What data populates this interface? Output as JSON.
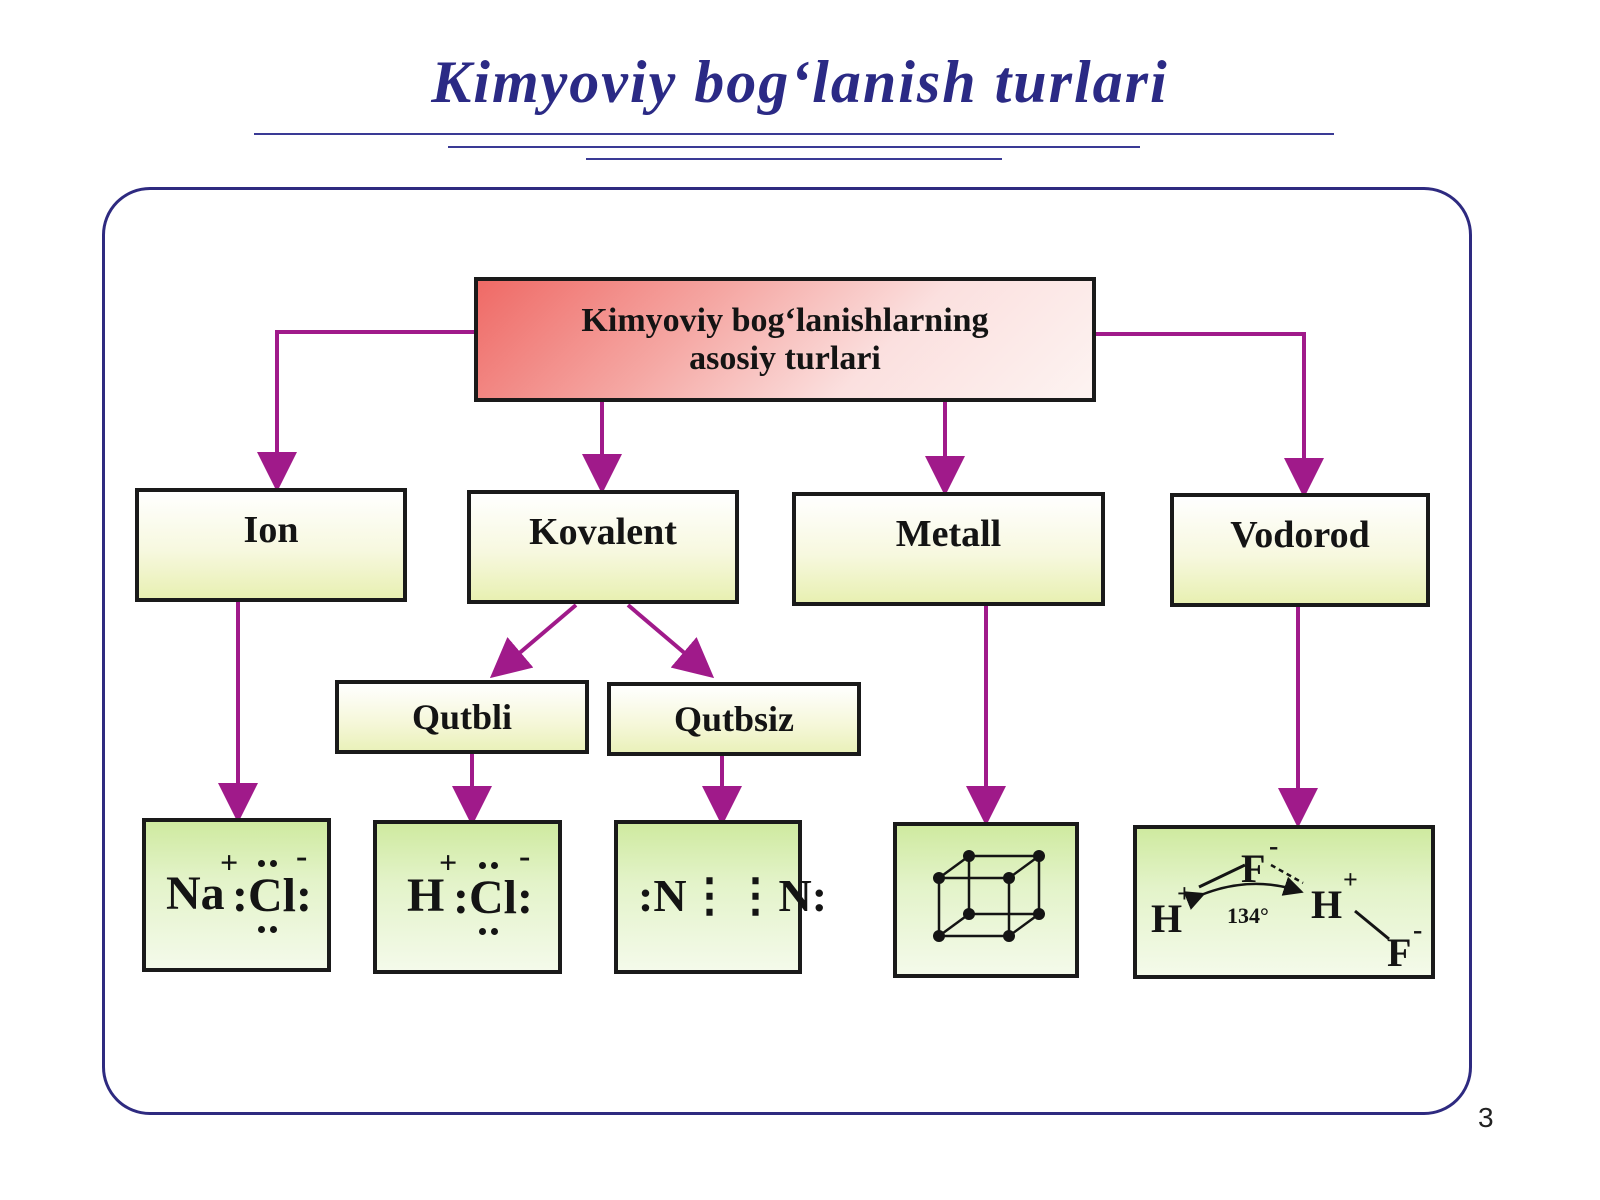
{
  "slide": {
    "title": "Kimyoviy bog‘lanish turlari",
    "page_number": "3"
  },
  "diagram": {
    "root": {
      "line1": "Kimyoviy bog‘lanishlarning",
      "line2": "asosiy turlari"
    },
    "types": {
      "ion": "Ion",
      "kovalent": "Kovalent",
      "metall": "Metall",
      "vodorod": "Vodorod"
    },
    "kovalent_subtypes": {
      "qutbli": "Qutbli",
      "qutbsiz": "Qutbsiz"
    },
    "examples": {
      "ion": {
        "left": "Na",
        "left_charge": "+",
        "right": ":Cl:",
        "right_charge": "-"
      },
      "qutbli": {
        "left": "H",
        "left_charge": "+",
        "right": ":Cl:",
        "right_charge": "-"
      },
      "qutbsiz": {
        "formula": ":N⋮⋮N:"
      },
      "vodorod": {
        "h1": "H",
        "h1_charge": "+",
        "f1": "F",
        "f1_charge": "-",
        "angle": "134°",
        "h2": "H",
        "h2_charge": "+",
        "f2": "F",
        "f2_charge": "-"
      }
    },
    "colors": {
      "title": "#2b2a85",
      "frame": "#2e2a80",
      "arrow": "#a01a8a",
      "root_fill": "#ef6a66",
      "type_fill": "#f7f8df",
      "example_fill": "#cfeaa0"
    }
  }
}
